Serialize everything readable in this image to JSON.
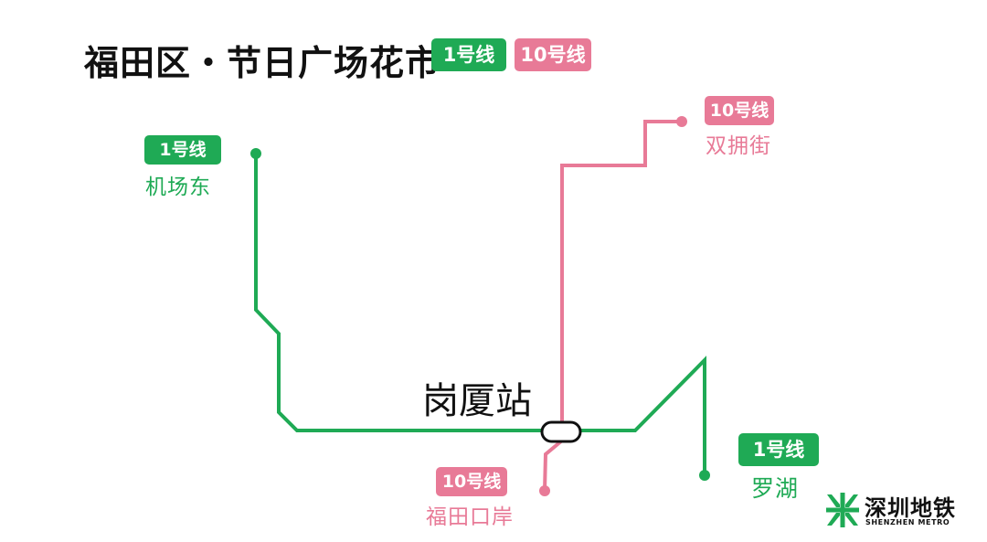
{
  "header": {
    "title": "福田区・节日广场花市",
    "line1_badge": "1号线",
    "line10_badge": "10号线"
  },
  "colors": {
    "line1": "#1faa55",
    "line10": "#e87a97",
    "text": "#111111"
  },
  "map": {
    "center_station": "岗厦站",
    "terminals": [
      {
        "line_label": "1号线",
        "station": "机场东",
        "color": "#1faa55"
      },
      {
        "line_label": "10号线",
        "station": "双拥街",
        "color": "#e87a97"
      },
      {
        "line_label": "1号线",
        "station": "罗湖",
        "color": "#1faa55"
      },
      {
        "line_label": "10号线",
        "station": "福田口岸",
        "color": "#e87a97"
      }
    ]
  },
  "logo": {
    "name": "深圳地铁",
    "subtitle": "SHENZHEN METRO",
    "icon": "shenzhen-metro-logo-icon",
    "color": "#1faa55"
  }
}
